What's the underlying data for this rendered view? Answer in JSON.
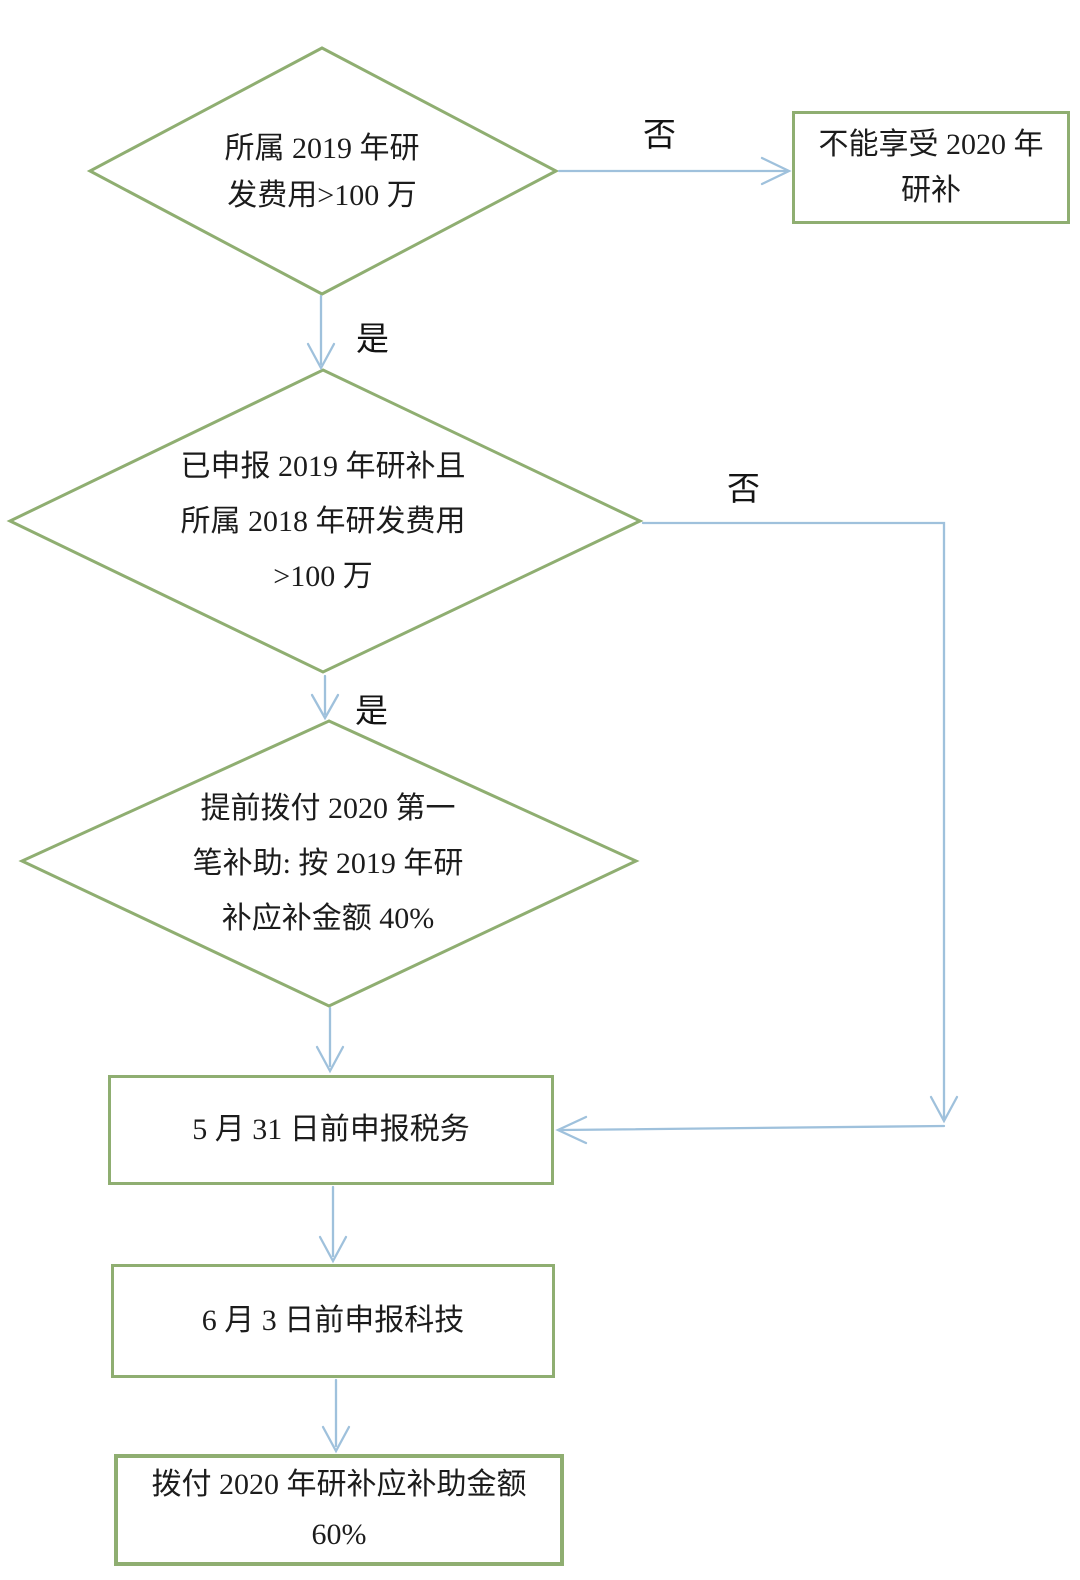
{
  "diagram": {
    "type": "flowchart",
    "language": "zh-CN",
    "colors": {
      "shape_border": "#8fae71",
      "arrow": "#9fc1dc",
      "text": "#1c1c1c",
      "background": "#ffffff"
    },
    "decision_1": {
      "line1": "所属 2019 年研",
      "line2": "发费用>100 万"
    },
    "reject_box": {
      "line1": "不能享受 2020 年",
      "line2": "研补"
    },
    "decision_2": {
      "line1": "已申报 2019 年研补且",
      "line2": "所属 2018 年研发费用",
      "line3": ">100 万"
    },
    "decision_3": {
      "line1": "提前拨付 2020 第一",
      "line2": "笔补助: 按 2019 年研",
      "line3": "补应补金额 40%"
    },
    "tax_box": {
      "line1": "5 月 31 日前申报税务"
    },
    "tech_box": {
      "line1": "6 月 3 日前申报科技"
    },
    "final_box": {
      "line1": "拨付 2020 年研补应补助金额",
      "line2": "60%"
    },
    "edge_labels": {
      "no_top": "否",
      "yes_top": "是",
      "no_right": "否",
      "yes_mid": "是"
    }
  }
}
